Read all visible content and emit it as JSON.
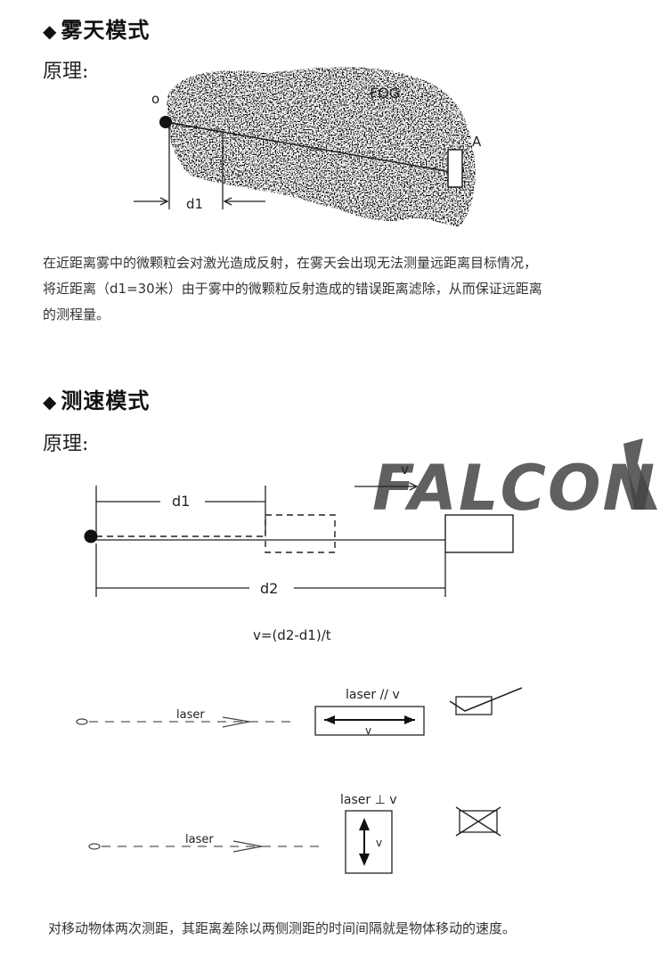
{
  "fog_section": {
    "title": "雾天模式",
    "principle_label": "原理:",
    "diagram": {
      "origin_label": "o",
      "fog_label": "FOG",
      "target_label": "A",
      "distance_label": "d1"
    },
    "description_lines": [
      "在近距离雾中的微颗粒会对激光造成反射，在雾天会出现无法测量远距离目标情况，",
      "将近距离（d1=30米）由于雾中的微颗粒反射造成的错误距离滤除，从而保证远距离",
      "的测程量。"
    ]
  },
  "speed_section": {
    "title": "测速模式",
    "principle_label": "原理:",
    "watermark": "FALCON",
    "diagram": {
      "d1_label": "d1",
      "d2_label": "d2",
      "v_label": "v",
      "formula": "v=(d2-d1)/t"
    },
    "parallel": {
      "laser_label": "laser",
      "title": "laser // v",
      "v_label": "v"
    },
    "perpendicular": {
      "laser_label": "laser",
      "title": "laser ⊥ v",
      "v_label": "v"
    },
    "description": "对移动物体两次测距，其距离差除以两侧测距的时间间隔就是物体移动的速度。"
  }
}
